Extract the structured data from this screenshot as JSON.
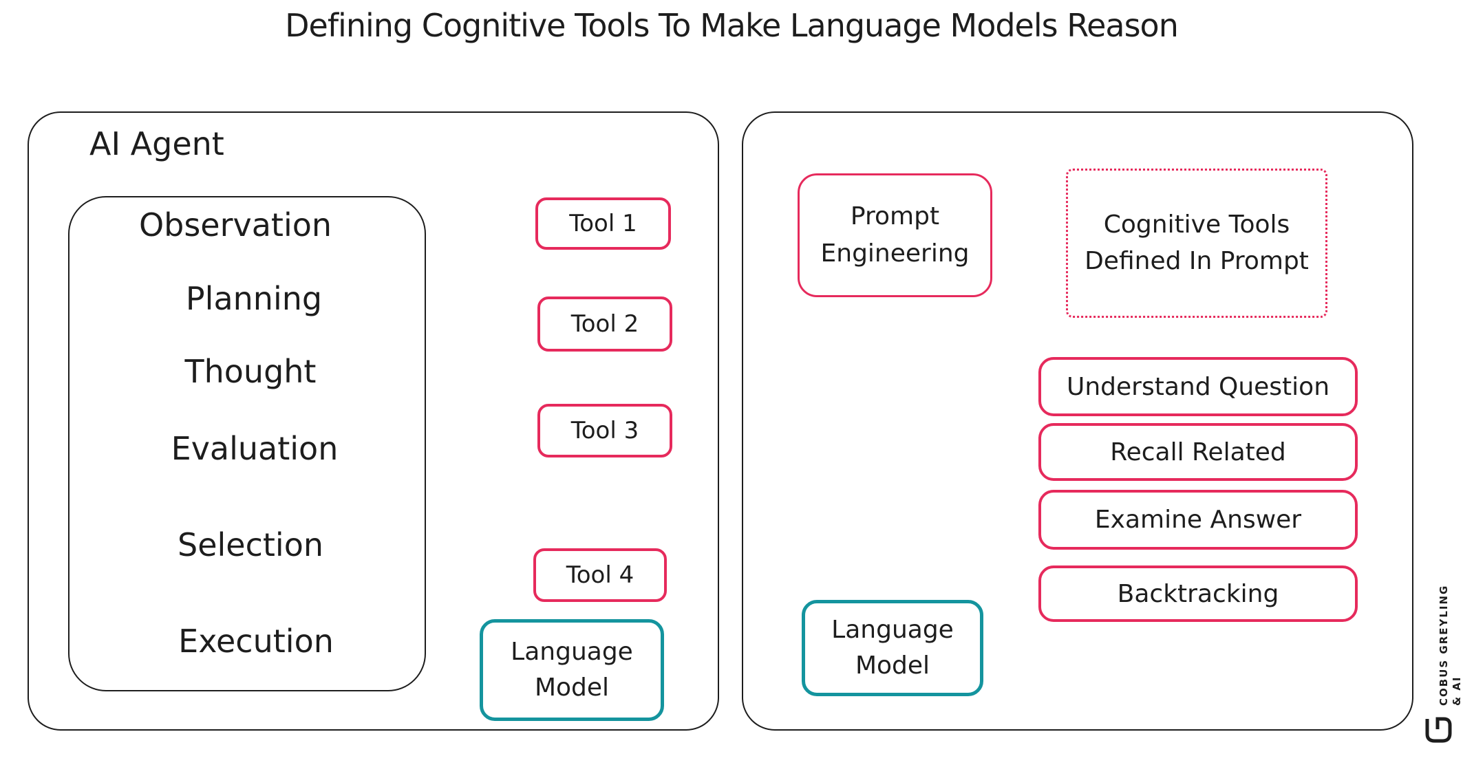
{
  "title": "Defining Cognitive Tools To Make Language Models Reason",
  "colors": {
    "accent_red": "#e62a5c",
    "accent_teal": "#14949e",
    "ink": "#1d1d1d",
    "background": "#ffffff"
  },
  "left_panel": {
    "label": "AI Agent",
    "loop_steps": [
      "Observation",
      "Planning",
      "Thought",
      "Evaluation",
      "Selection",
      "Execution"
    ],
    "tools": [
      "Tool 1",
      "Tool 2",
      "Tool 3",
      "Tool 4"
    ],
    "language_model": "Language Model"
  },
  "right_panel": {
    "prompt_engineering": "Prompt Engineering",
    "cognitive_tools_defined": "Cognitive Tools Defined In Prompt",
    "reasoning_steps": [
      "Understand Question",
      "Recall Related",
      "Examine Answer",
      "Backtracking"
    ],
    "language_model": "Language Model"
  },
  "watermark": {
    "line1": "COBUS GREYLING",
    "line2": "& AI",
    "logo_letter": "G"
  }
}
